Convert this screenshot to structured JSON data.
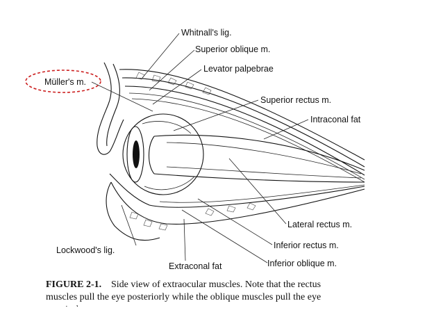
{
  "labels": {
    "whitnalls_lig": "Whitnall's lig.",
    "superior_oblique": "Superior oblique m.",
    "levator_palpebrae": "Levator palpebrae",
    "mullers_m": "Müller's m.",
    "superior_rectus": "Superior rectus m.",
    "intraconal_fat": "Intraconal fat",
    "lateral_rectus": "Lateral rectus m.",
    "inferior_rectus": "Inferior rectus m.",
    "lockwoods_lig": "Lockwood's lig.",
    "extraconal_fat": "Extraconal fat",
    "inferior_oblique": "Inferior oblique m."
  },
  "caption": {
    "figure_label": "FIGURE 2-1.",
    "line1": "Side view of extraocular muscles. Note that the rectus",
    "line2": "muscles pull the eye posteriorly while the oblique muscles pull the eye",
    "line3": "anteriorly."
  },
  "highlight_color": "#cc1f1f"
}
